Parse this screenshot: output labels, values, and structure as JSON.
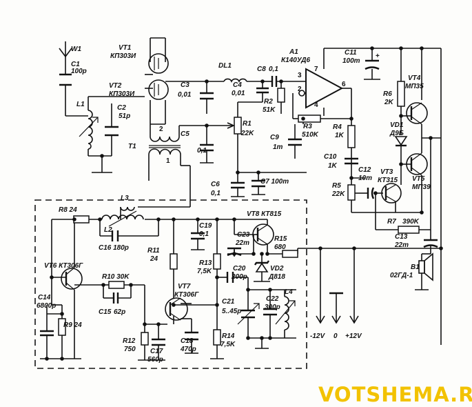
{
  "watermark": "VOTSHEMA.RU",
  "labels": {
    "w1": "W1",
    "c1": "C1",
    "c1v": "100p",
    "vt1": "VT1",
    "vt1t": "КП303И",
    "vt2": "VT2",
    "vt2t": "КП303И",
    "l1": "L1",
    "c2": "C2",
    "c2v": "51p",
    "t1": "T1",
    "t1p2": "2",
    "t1p1": "1",
    "c3": "C3",
    "c3v": "0,01",
    "dl1": "DL1",
    "c4": "C4",
    "c4v": "0,01",
    "c8": "C8",
    "c8v": "0,1",
    "a1": "A1",
    "a1t": "К140УД6",
    "p3": "3",
    "p7": "7",
    "p2": "2",
    "p6": "6",
    "p4": "4",
    "c11": "C11",
    "c11v": "100m",
    "vt4": "VT4",
    "vt4t": "МП35",
    "r6": "R6",
    "r6v": "2K",
    "r2": "R2",
    "r2v": "51K",
    "r3": "R3",
    "r3v": "510K",
    "r1": "R1",
    "r1v": "22K",
    "c9": "C9",
    "c9v": "1m",
    "r4": "R4",
    "r4v": "1K",
    "vd1": "VD1",
    "vd1t": "Д9Б",
    "c10": "C10",
    "c10v": "1K",
    "c12": "C12",
    "c12v": "10m",
    "vt3": "VT3",
    "vt3t": "КТ315",
    "vt5": "VT5",
    "vt5t": "МП39",
    "c5": "C5",
    "c5v": "0,1",
    "c6": "C6",
    "c6v": "0,1",
    "c7": "C7 100m",
    "r5": "R5",
    "r5v": "22K",
    "l3": "L3",
    "r8": "R8 24",
    "l2": "L2",
    "c16": "C16 180p",
    "c19": "C19",
    "c19v": "0,1",
    "vt8": "VT8 КТ815",
    "r7": "R7",
    "r7v": "390K",
    "c13": "C13",
    "c13v": "22m",
    "c23": "C23",
    "c23v": "22m",
    "r15": "R15",
    "r15v": "680",
    "r11": "R11",
    "r11v": "24",
    "vt6": "VT6 КТ306Г",
    "r13": "R13",
    "r13v": "7,5K",
    "c20": "C20",
    "c20v": "200p",
    "vd2": "VD2",
    "vd2t": "Д818",
    "b1": "B1",
    "b1t": "02ГД-1",
    "r10": "R10 30K",
    "c14": "C14",
    "c14v": "6800p",
    "c15": "C15",
    "c15v": "62p",
    "vt7": "VT7",
    "vt7t": "КТ306Г",
    "c21": "C21",
    "c21v": "5..45p",
    "l4": "L4",
    "c22": "C22",
    "c22v": "300p",
    "r9": "R9 24",
    "r12": "R12",
    "r12v": "750",
    "c17": "C17",
    "c17v": "560p",
    "c18": "C18",
    "c18v": "470p",
    "r14": "R14",
    "r14v": "7,5K",
    "m12": "-12V",
    "zero": "0",
    "p12": "+12V"
  }
}
